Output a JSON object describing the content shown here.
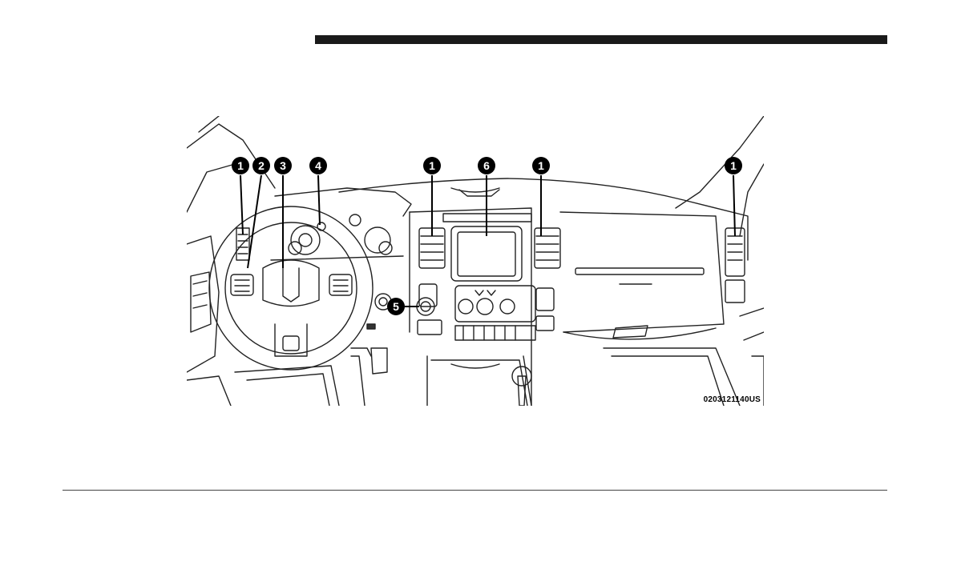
{
  "header": {
    "bar_color": "#1a1a1a"
  },
  "figure": {
    "code": "0203121140US",
    "callouts": [
      {
        "id": "c1a",
        "label": "1"
      },
      {
        "id": "c2",
        "label": "2"
      },
      {
        "id": "c3",
        "label": "3"
      },
      {
        "id": "c4",
        "label": "4"
      },
      {
        "id": "c1b",
        "label": "1"
      },
      {
        "id": "c6",
        "label": "6"
      },
      {
        "id": "c1c",
        "label": "1"
      },
      {
        "id": "c1d",
        "label": "1"
      },
      {
        "id": "c5",
        "label": "5"
      }
    ]
  }
}
